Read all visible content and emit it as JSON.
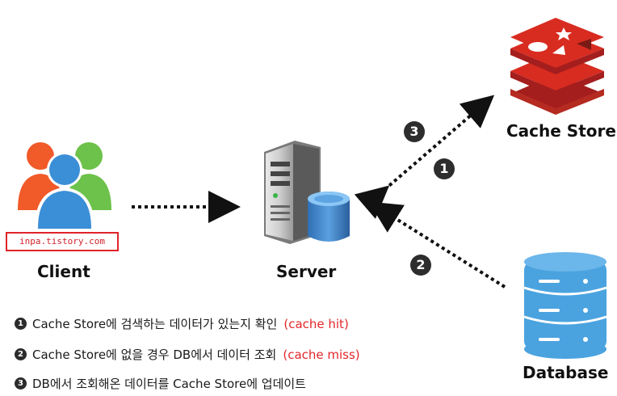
{
  "nodes": {
    "client": "Client",
    "server": "Server",
    "cache": "Cache Store",
    "database": "Database"
  },
  "watermark": "inpa.tistory.com",
  "steps": {
    "s1": "1",
    "s2": "2",
    "s3": "3"
  },
  "legend": [
    {
      "num": "1",
      "text": "Cache Store에 검색하는 데이터가 있는지 확인",
      "condition": "(cache hit)"
    },
    {
      "num": "2",
      "text": "Cache Store에 없을 경우 DB에서 데이터 조회",
      "condition": "(cache miss)"
    },
    {
      "num": "3",
      "text": "DB에서 조회해온 데이터를 Cache Store에 업데이트",
      "condition": ""
    }
  ],
  "colors": {
    "redis_red": "#d82c20",
    "db_blue": "#4aa3df",
    "user_orange": "#f15a29",
    "user_green": "#6cc24a",
    "user_blue": "#3b8fd6",
    "accent_red": "#e3262b"
  }
}
